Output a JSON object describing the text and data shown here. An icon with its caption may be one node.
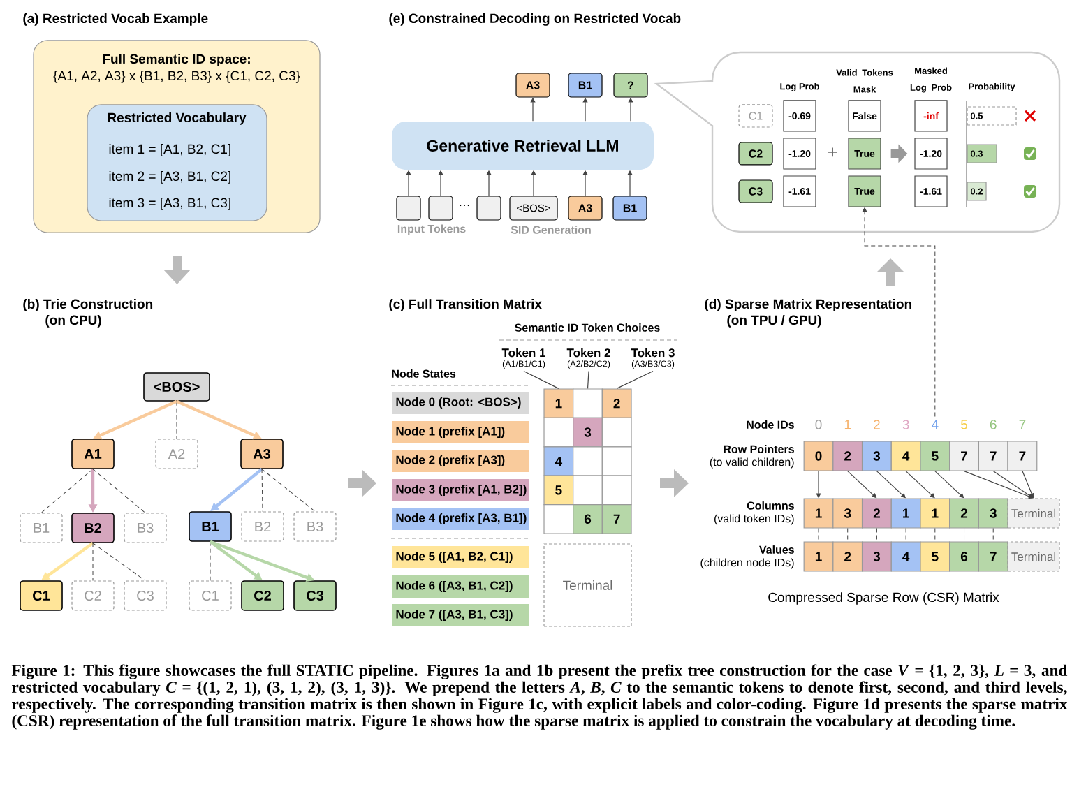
{
  "diagram": {
    "caption": "Figure 1: This figure showcases the full STATIC pipeline. Figures 1a and 1b present the prefix tree construction for the case *V* = {1, 2, 3}, *L* = 3, and restricted vocabulary *C* = {(1, 2, 1), (3, 1, 2), (3, 1, 3)}. We prepend the letters *A*, *B*, *C* to the semantic tokens to denote first, second, and third levels, respectively. The corresponding transition matrix is then shown in Figure 1c, with explicit labels and color-coding. Figure 1d presents the sparse matrix (CSR) representation of the full transition matrix. Figure 1e shows how the sparse matrix is applied to constrain the vocabulary at decoding time.",
    "nodes": [
      {
        "text": [
          "Full Semantic ID space:",
          "{A1, A2, A3} x {B1, B2, B3} x {C1, C2, C3}"
        ]
      },
      {
        "text": [
          "Restricted Vocabulary",
          "item 1 = [A1, B2, C1]",
          "item 2 = [A3, B1, C2]",
          "item 3 = [A3, B1, C3]"
        ],
        "in": 0
      },
      {
        "text": [
          "<BOS>"
        ]
      },
      {
        "text": [
          "A1"
        ]
      },
      {
        "text": [
          "A2"
        ]
      },
      {
        "text": [
          "A3"
        ]
      },
      {
        "text": [
          "B1"
        ]
      },
      {
        "text": [
          "B2"
        ]
      },
      {
        "text": [
          "B3"
        ]
      },
      {
        "text": [
          "B1"
        ]
      },
      {
        "text": [
          "B2"
        ]
      },
      {
        "text": [
          "B3"
        ]
      },
      {
        "text": [
          "C1"
        ]
      },
      {
        "text": [
          "C2"
        ]
      },
      {
        "text": [
          "C3"
        ]
      },
      {
        "text": [
          "C1"
        ]
      },
      {
        "text": [
          "C2"
        ]
      },
      {
        "text": [
          "C3"
        ]
      },
      {
        "text": [
          "Generative Retrieval LLM"
        ]
      },
      {
        "text": [
          "A3"
        ]
      },
      {
        "text": [
          "B1"
        ]
      },
      {
        "text": [
          "?"
        ]
      },
      {
        "text": [],
        "shape": "box"
      },
      {
        "text": [],
        "shape": "box"
      },
      {
        "text": [],
        "shape": "box"
      },
      {
        "text": [
          "<BOS>"
        ]
      },
      {
        "text": [
          "A3"
        ]
      },
      {
        "text": [
          "B1"
        ]
      },
      {
        "text": [],
        "shape": "box"
      },
      {
        "text": [
          "C1"
        ],
        "in": 28
      },
      {
        "text": [
          "C2"
        ],
        "in": 28
      },
      {
        "text": [
          "C3"
        ],
        "in": 28
      },
      {
        "text": [
          "-0.69"
        ],
        "in": 28
      },
      {
        "text": [
          "-1.20"
        ],
        "in": 28
      },
      {
        "text": [
          "-1.61"
        ],
        "in": 28
      },
      {
        "text": [
          "False"
        ],
        "in": 28
      },
      {
        "text": [
          "True"
        ],
        "in": 28
      },
      {
        "text": [
          "True"
        ],
        "in": 28
      },
      {
        "text": [
          "-inf"
        ],
        "in": 28
      },
      {
        "text": [
          "-1.20"
        ],
        "in": 28
      },
      {
        "text": [
          "-1.61"
        ],
        "in": 28
      },
      {
        "text": [
          "0.5"
        ],
        "in": 28
      },
      {
        "text": [
          "0.3"
        ],
        "in": 28
      },
      {
        "text": [
          "0.2"
        ],
        "in": 28
      },
      {
        "text": [
          "Token 1",
          "(A1/B1/C1)"
        ]
      },
      {
        "text": [
          "Token 2",
          "(A2/B2/C2)"
        ]
      },
      {
        "text": [
          "Token 3",
          "(A3/B3/C3)"
        ]
      },
      {
        "text": [
          "Node 0 (Root: <BOS>)"
        ]
      },
      {
        "text": [
          "Node 1 (prefix [A1])"
        ]
      },
      {
        "text": [
          "Node 2 (prefix [A3])"
        ]
      },
      {
        "text": [
          "Node 3 (prefix [A1, B2])"
        ]
      },
      {
        "text": [
          "Node 4 (prefix [A3, B1])"
        ]
      },
      {
        "text": [
          "Node 5 ([A1, B2, C1])"
        ]
      },
      {
        "text": [
          "Node 6 ([A3, B1, C2])"
        ]
      },
      {
        "text": [
          "Node 7 ([A3, B1, C3])"
        ]
      },
      {
        "text": [
          "Terminal"
        ]
      },
      {
        "text": [
          "0"
        ]
      },
      {
        "text": [
          "1"
        ]
      },
      {
        "text": [
          "2"
        ]
      },
      {
        "text": [
          "3"
        ]
      },
      {
        "text": [
          "4"
        ]
      },
      {
        "text": [
          "5"
        ]
      },
      {
        "text": [
          "6"
        ]
      },
      {
        "text": [
          "7"
        ]
      },
      {
        "text": [
          "0"
        ]
      },
      {
        "text": [
          "2"
        ]
      },
      {
        "text": [
          "3"
        ]
      },
      {
        "text": [
          "4"
        ]
      },
      {
        "text": [
          "5"
        ]
      },
      {
        "text": [
          "7"
        ]
      },
      {
        "text": [
          "7"
        ]
      },
      {
        "text": [
          "7"
        ]
      },
      {
        "text": [
          "1"
        ]
      },
      {
        "text": [
          "3"
        ]
      },
      {
        "text": [
          "2"
        ]
      },
      {
        "text": [
          "1"
        ]
      },
      {
        "text": [
          "1"
        ]
      },
      {
        "text": [
          "2"
        ]
      },
      {
        "text": [
          "3"
        ]
      },
      {
        "text": [
          "Terminal"
        ]
      },
      {
        "text": [
          "1"
        ]
      },
      {
        "text": [
          "2"
        ]
      },
      {
        "text": [
          "3"
        ]
      },
      {
        "text": [
          "4"
        ]
      },
      {
        "text": [
          "5"
        ]
      },
      {
        "text": [
          "6"
        ]
      },
      {
        "text": [
          "7"
        ]
      },
      {
        "text": [
          "Terminal"
        ]
      },
      {
        "text": [
          "1"
        ]
      },
      {
        "text": [],
        "shape": "box"
      },
      {
        "text": [
          "2"
        ]
      },
      {
        "text": [],
        "shape": "box"
      },
      {
        "text": [
          "3"
        ]
      },
      {
        "text": [],
        "shape": "box"
      },
      {
        "text": [
          "4"
        ]
      },
      {
        "text": [],
        "shape": "box"
      },
      {
        "text": [],
        "shape": "box"
      },
      {
        "text": [
          "5"
        ]
      },
      {
        "text": [],
        "shape": "box"
      },
      {
        "text": [],
        "shape": "box"
      },
      {
        "text": [],
        "shape": "box"
      },
      {
        "text": [
          "6"
        ]
      },
      {
        "text": [
          "7"
        ]
      },
      {
        "text": [],
        "shape": "arrow"
      },
      {
        "text": [],
        "shape": "arrow"
      },
      {
        "text": [],
        "shape": "arrow"
      },
      {
        "text": [],
        "shape": "arrow"
      }
    ],
    "edges": [
      {
        "from": 2,
        "to": 3,
        "arrow": "to",
        "style": "thick",
        "color": "#f9cb9c"
      },
      {
        "from": 2,
        "to": 4,
        "arrow": "none",
        "style": "dashed"
      },
      {
        "from": 2,
        "to": 5,
        "arrow": "to",
        "style": "thick",
        "color": "#f9cb9c"
      },
      {
        "from": 3,
        "to": 6,
        "arrow": "none",
        "style": "dashed"
      },
      {
        "from": 3,
        "to": 7,
        "arrow": "to",
        "style": "thick",
        "color": "#d5a6bd"
      },
      {
        "from": 3,
        "to": 8,
        "arrow": "none",
        "style": "dashed"
      },
      {
        "from": 5,
        "to": 9,
        "arrow": "to",
        "style": "thick",
        "color": "#a4c2f4"
      },
      {
        "from": 5,
        "to": 10,
        "arrow": "none",
        "style": "dashed"
      },
      {
        "from": 5,
        "to": 11,
        "arrow": "none",
        "style": "dashed"
      },
      {
        "from": 7,
        "to": 12,
        "arrow": "to",
        "style": "thick",
        "color": "#ffe599"
      },
      {
        "from": 7,
        "to": 13,
        "arrow": "none",
        "style": "dashed"
      },
      {
        "from": 7,
        "to": 14,
        "arrow": "none",
        "style": "dashed"
      },
      {
        "from": 9,
        "to": 15,
        "arrow": "none",
        "style": "dashed"
      },
      {
        "from": 9,
        "to": 16,
        "arrow": "to",
        "style": "thick",
        "color": "#b6d7a8"
      },
      {
        "from": 9,
        "to": 17,
        "arrow": "to",
        "style": "thick",
        "color": "#b6d7a8"
      },
      {
        "from": 22,
        "to": 18,
        "arrow": "to"
      },
      {
        "from": 23,
        "to": 18,
        "arrow": "to"
      },
      {
        "from": 24,
        "to": 18,
        "arrow": "to"
      },
      {
        "from": 25,
        "to": 18,
        "arrow": "to"
      },
      {
        "from": 26,
        "to": 18,
        "arrow": "to"
      },
      {
        "from": 27,
        "to": 18,
        "arrow": "to"
      },
      {
        "from": 18,
        "to": 19,
        "arrow": "to"
      },
      {
        "from": 18,
        "to": 20,
        "arrow": "to"
      },
      {
        "from": 18,
        "to": 21,
        "arrow": "to"
      },
      {
        "from": 44,
        "to": 88,
        "arrow": "none"
      },
      {
        "from": 45,
        "to": 89,
        "arrow": "none"
      },
      {
        "from": 46,
        "to": 90,
        "arrow": "none"
      },
      {
        "from": 64,
        "to": 72,
        "arrow": "to"
      },
      {
        "from": 65,
        "to": 74,
        "arrow": "to"
      },
      {
        "from": 66,
        "to": 75,
        "arrow": "to"
      },
      {
        "from": 67,
        "to": 76,
        "arrow": "to"
      },
      {
        "from": 68,
        "to": 77,
        "arrow": "to"
      },
      {
        "from": 69,
        "to": 79,
        "arrow": "to"
      },
      {
        "from": 70,
        "to": 79,
        "arrow": "to"
      },
      {
        "from": 71,
        "to": 79,
        "arrow": "to"
      },
      {
        "from": 72,
        "to": 80,
        "arrow": "none",
        "style": "dashed"
      },
      {
        "from": 73,
        "to": 81,
        "arrow": "none",
        "style": "dashed"
      },
      {
        "from": 74,
        "to": 82,
        "arrow": "none",
        "style": "dashed"
      },
      {
        "from": 75,
        "to": 83,
        "arrow": "none",
        "style": "dashed"
      },
      {
        "from": 76,
        "to": 84,
        "arrow": "none",
        "style": "dashed"
      },
      {
        "from": 77,
        "to": 85,
        "arrow": "none",
        "style": "dashed"
      },
      {
        "from": 78,
        "to": 86,
        "arrow": "none",
        "style": "dashed"
      },
      {
        "from": 60,
        "to": 37,
        "arrow": "to",
        "style": "dashed"
      },
      {
        "from": 36,
        "to": 39,
        "arrow": "to",
        "style": "thick",
        "color": "#999999"
      }
    ],
    "labels": [
      "(a) Restricted Vocab Example",
      "(e) Constrained Decoding on Restricted Vocab",
      "Log Prob",
      "Valid Tokens Mask",
      "Masked Log Prob",
      "Probability",
      "+",
      "···",
      "Input Tokens",
      "SID Generation",
      "(b) Trie Construction",
      "(on CPU)",
      "(c) Full Transition Matrix",
      "Semantic ID Token Choices",
      "Node States",
      "(d) Sparse Matrix Representation",
      "(on TPU / GPU)",
      "Node IDs",
      "Row Pointers",
      "(to valid children)",
      "Columns",
      "(valid token IDs)",
      "Values",
      "(children node IDs)",
      "Compressed Sparse Row (CSR) Matrix"
    ]
  }
}
